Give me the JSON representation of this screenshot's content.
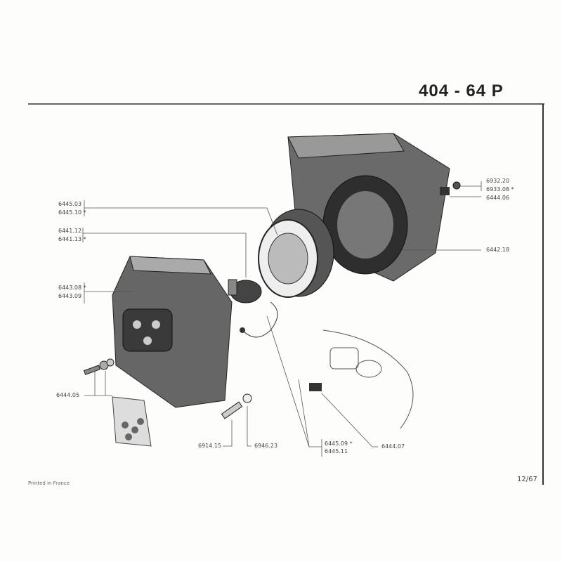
{
  "header": {
    "title": "404 - 64 P"
  },
  "labels": {
    "l1": [
      "6445.03",
      "6445.10 *"
    ],
    "l2": [
      "6441.12",
      "6441.13 *"
    ],
    "l3": [
      "6443.08 *",
      "6443.09"
    ],
    "l4": "6444.05",
    "r1": [
      "6932.20",
      "6933.08 *",
      "6444.06"
    ],
    "r2": "6442.18",
    "b1": "6914.15",
    "b2": "6946.23",
    "b3": [
      "6445.09 *",
      "6445.11"
    ],
    "b4": "6444.07"
  },
  "footer": {
    "printed": "Printed in France",
    "code": "12/67"
  }
}
